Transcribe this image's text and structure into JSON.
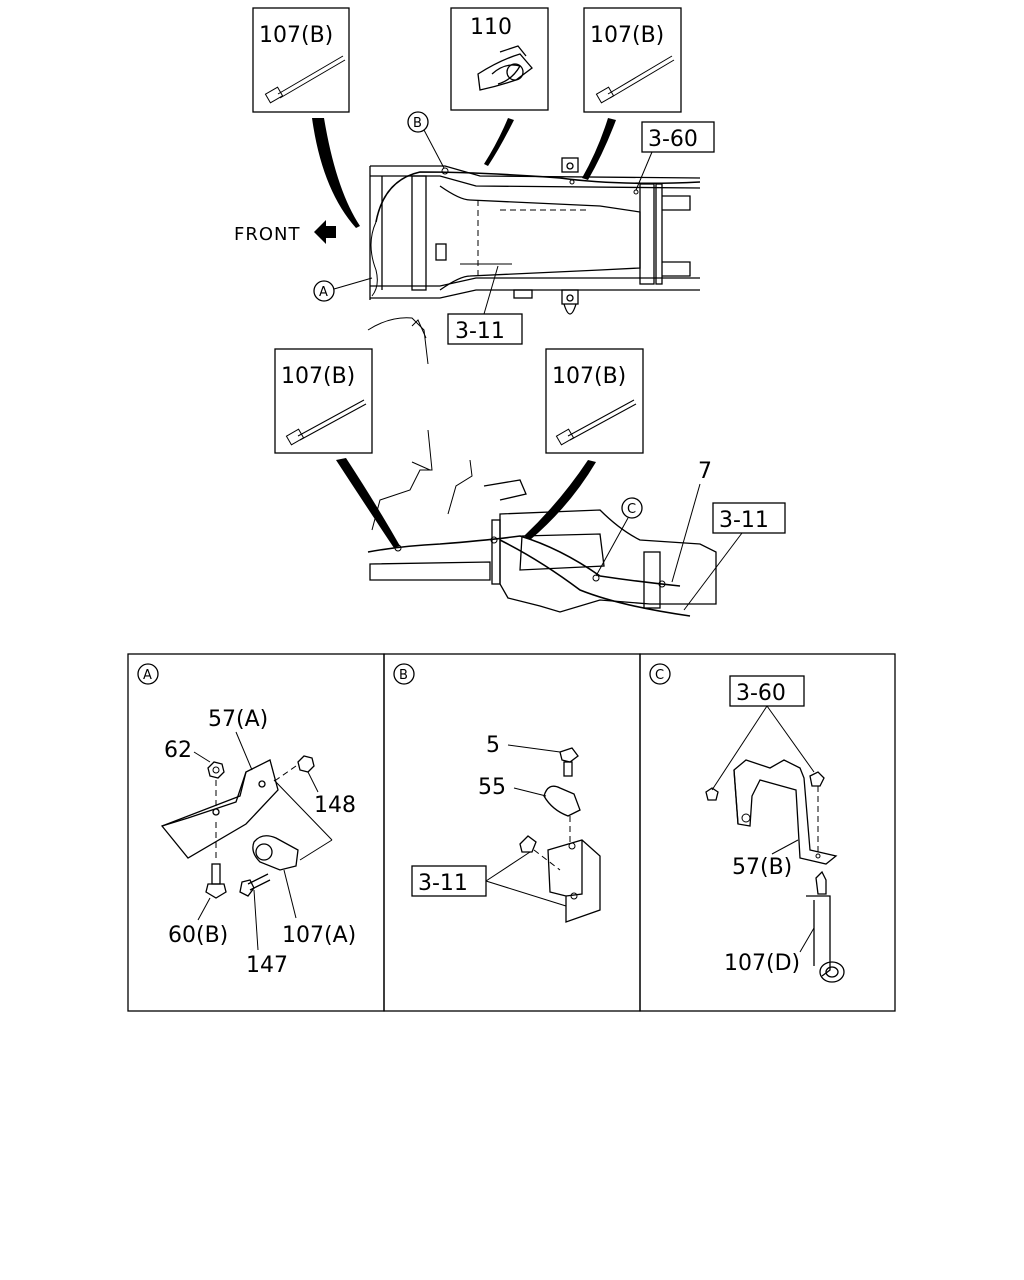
{
  "labels": {
    "top_b1": "107(B)",
    "top_110": "110",
    "top_b2": "107(B)",
    "front": "FRONT",
    "ref_3_60_top": "3-60",
    "ref_3_11_top": "3-11",
    "mid_b1": "107(B)",
    "mid_b2": "107(B)",
    "seven": "7",
    "ref_3_11_mid": "3-11"
  },
  "callouts": {
    "a": "A",
    "b": "B",
    "c": "C"
  },
  "panels": {
    "a": {
      "key": "A",
      "p57a": "57(A)",
      "p62": "62",
      "p148": "148",
      "p60b": "60(B)",
      "p147": "147",
      "p107a": "107(A)"
    },
    "b": {
      "key": "B",
      "p5": "5",
      "p55": "55",
      "ref": "3-11"
    },
    "c": {
      "key": "C",
      "ref": "3-60",
      "p57b": "57(B)",
      "p107d": "107(D)"
    }
  }
}
